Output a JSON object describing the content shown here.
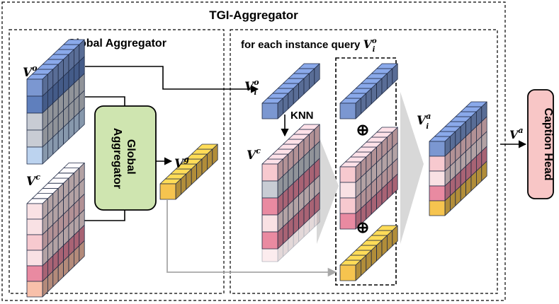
{
  "title": "TGI-Aggregator",
  "global_section": {
    "title": "Global Aggregator",
    "v_object": {
      "base": "V",
      "sup": "o"
    },
    "v_context": {
      "base": "V",
      "sup": "c"
    },
    "aggregator_label_line1": "Global",
    "aggregator_label_line2": "Aggregator",
    "v_global": {
      "base": "V",
      "sup": "g"
    }
  },
  "instance_section": {
    "title_text": "for each instance query ",
    "title_math": {
      "base": "V",
      "sup": "o",
      "sub": "i"
    },
    "v_instance": {
      "base": "V",
      "sup": "o",
      "sub": "i"
    },
    "knn_label": "KNN",
    "v_context": {
      "base": "V",
      "sup": "c"
    },
    "plus_1": "⊕",
    "plus_2": "⊕",
    "v_agg": {
      "base": "V",
      "sup": "a",
      "sub": "i"
    }
  },
  "output": {
    "v_agg": {
      "base": "V",
      "sup": "a"
    },
    "caption_head": "Caption Head"
  },
  "colors": {
    "blue": "#7b97d1",
    "blue_dark": "#5f7fbd",
    "gray": "#c8ccd4",
    "lightblue": "#bcd3ef",
    "pink": "#f7c9cf",
    "pinklight": "#f9e1e4",
    "rose": "#e98aa1",
    "peach": "#f8c0aa",
    "yellow": "#f6c44f",
    "green": "#cfe5b0",
    "caption": "#f8c6c6"
  }
}
